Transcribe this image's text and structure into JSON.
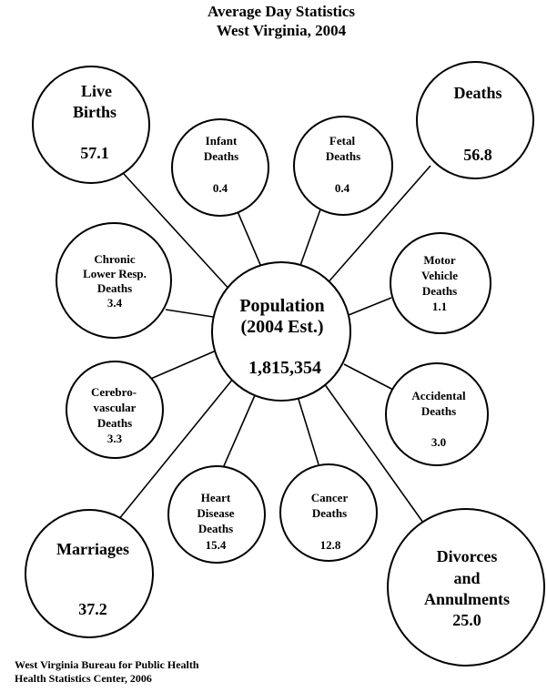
{
  "title": {
    "line1": "Average Day Statistics",
    "line2": "West Virginia, 2004"
  },
  "center": {
    "line1": "Population",
    "line2": "(2004 Est.)",
    "value": "1,815,354"
  },
  "nodes": {
    "live_births": {
      "line1": "Live",
      "line2": "Births",
      "value": "57.1"
    },
    "infant_deaths": {
      "line1": "Infant",
      "line2": "Deaths",
      "value": "0.4"
    },
    "fetal_deaths": {
      "line1": "Fetal",
      "line2": "Deaths",
      "value": "0.4"
    },
    "deaths": {
      "line1": "Deaths",
      "value": "56.8"
    },
    "chronic_lower_resp": {
      "line1": "Chronic",
      "line2": "Lower Resp.",
      "line3": "Deaths",
      "value": "3.4"
    },
    "motor_vehicle": {
      "line1": "Motor",
      "line2": "Vehicle",
      "line3": "Deaths",
      "value": "1.1"
    },
    "cerebrovascular": {
      "line1": "Cerebro-",
      "line2": "vascular",
      "line3": "Deaths",
      "value": "3.3"
    },
    "accidental": {
      "line1": "Accidental",
      "line2": "Deaths",
      "value": "3.0"
    },
    "heart_disease": {
      "line1": "Heart",
      "line2": "Disease",
      "line3": "Deaths",
      "value": "15.4"
    },
    "cancer": {
      "line1": "Cancer",
      "line2": "Deaths",
      "value": "12.8"
    },
    "marriages": {
      "line1": "Marriages",
      "value": "37.2"
    },
    "divorces": {
      "line1": "Divorces",
      "line2": "and",
      "line3": "Annulments",
      "value": "25.0"
    }
  },
  "source": {
    "line1": "West Virginia Bureau for Public Health",
    "line2": "Health Statistics Center, 2006"
  }
}
